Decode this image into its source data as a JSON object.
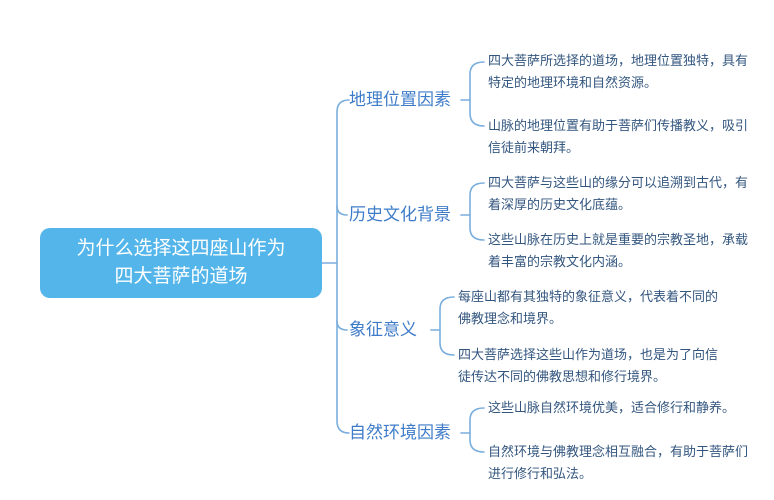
{
  "colors": {
    "node_fill": "#53b5e9",
    "node_text": "#ffffff",
    "branch_text": "#3e7cc9",
    "leaf_text": "#33567f",
    "line": "#7aaedd",
    "background": "#ffffff"
  },
  "root": {
    "lines": [
      "为什么选择这四座山作为",
      "四大菩萨的道场"
    ]
  },
  "branches": [
    {
      "label": "地理位置因素",
      "leaves": [
        {
          "lines": [
            "四大菩萨所选择的道场，地理位置独特，具有",
            "特定的地理环境和自然资源。"
          ]
        },
        {
          "lines": [
            "山脉的地理位置有助于菩萨们传播教义，吸引",
            "信徒前来朝拜。"
          ]
        }
      ]
    },
    {
      "label": "历史文化背景",
      "leaves": [
        {
          "lines": [
            "四大菩萨与这些山的缘分可以追溯到古代，有",
            "着深厚的历史文化底蕴。"
          ]
        },
        {
          "lines": [
            "这些山脉在历史上就是重要的宗教圣地，承载",
            "着丰富的宗教文化内涵。"
          ]
        }
      ]
    },
    {
      "label": "象征意义",
      "leaves": [
        {
          "lines": [
            "每座山都有其独特的象征意义，代表着不同的",
            "佛教理念和境界。"
          ]
        },
        {
          "lines": [
            "四大菩萨选择这些山作为道场，也是为了向信",
            "徒传达不同的佛教思想和修行境界。"
          ]
        }
      ]
    },
    {
      "label": "自然环境因素",
      "leaves": [
        {
          "lines": [
            "这些山脉自然环境优美，适合修行和静养。"
          ]
        },
        {
          "lines": [
            "自然环境与佛教理念相互融合，有助于菩萨们",
            "进行修行和弘法。"
          ]
        }
      ]
    }
  ]
}
